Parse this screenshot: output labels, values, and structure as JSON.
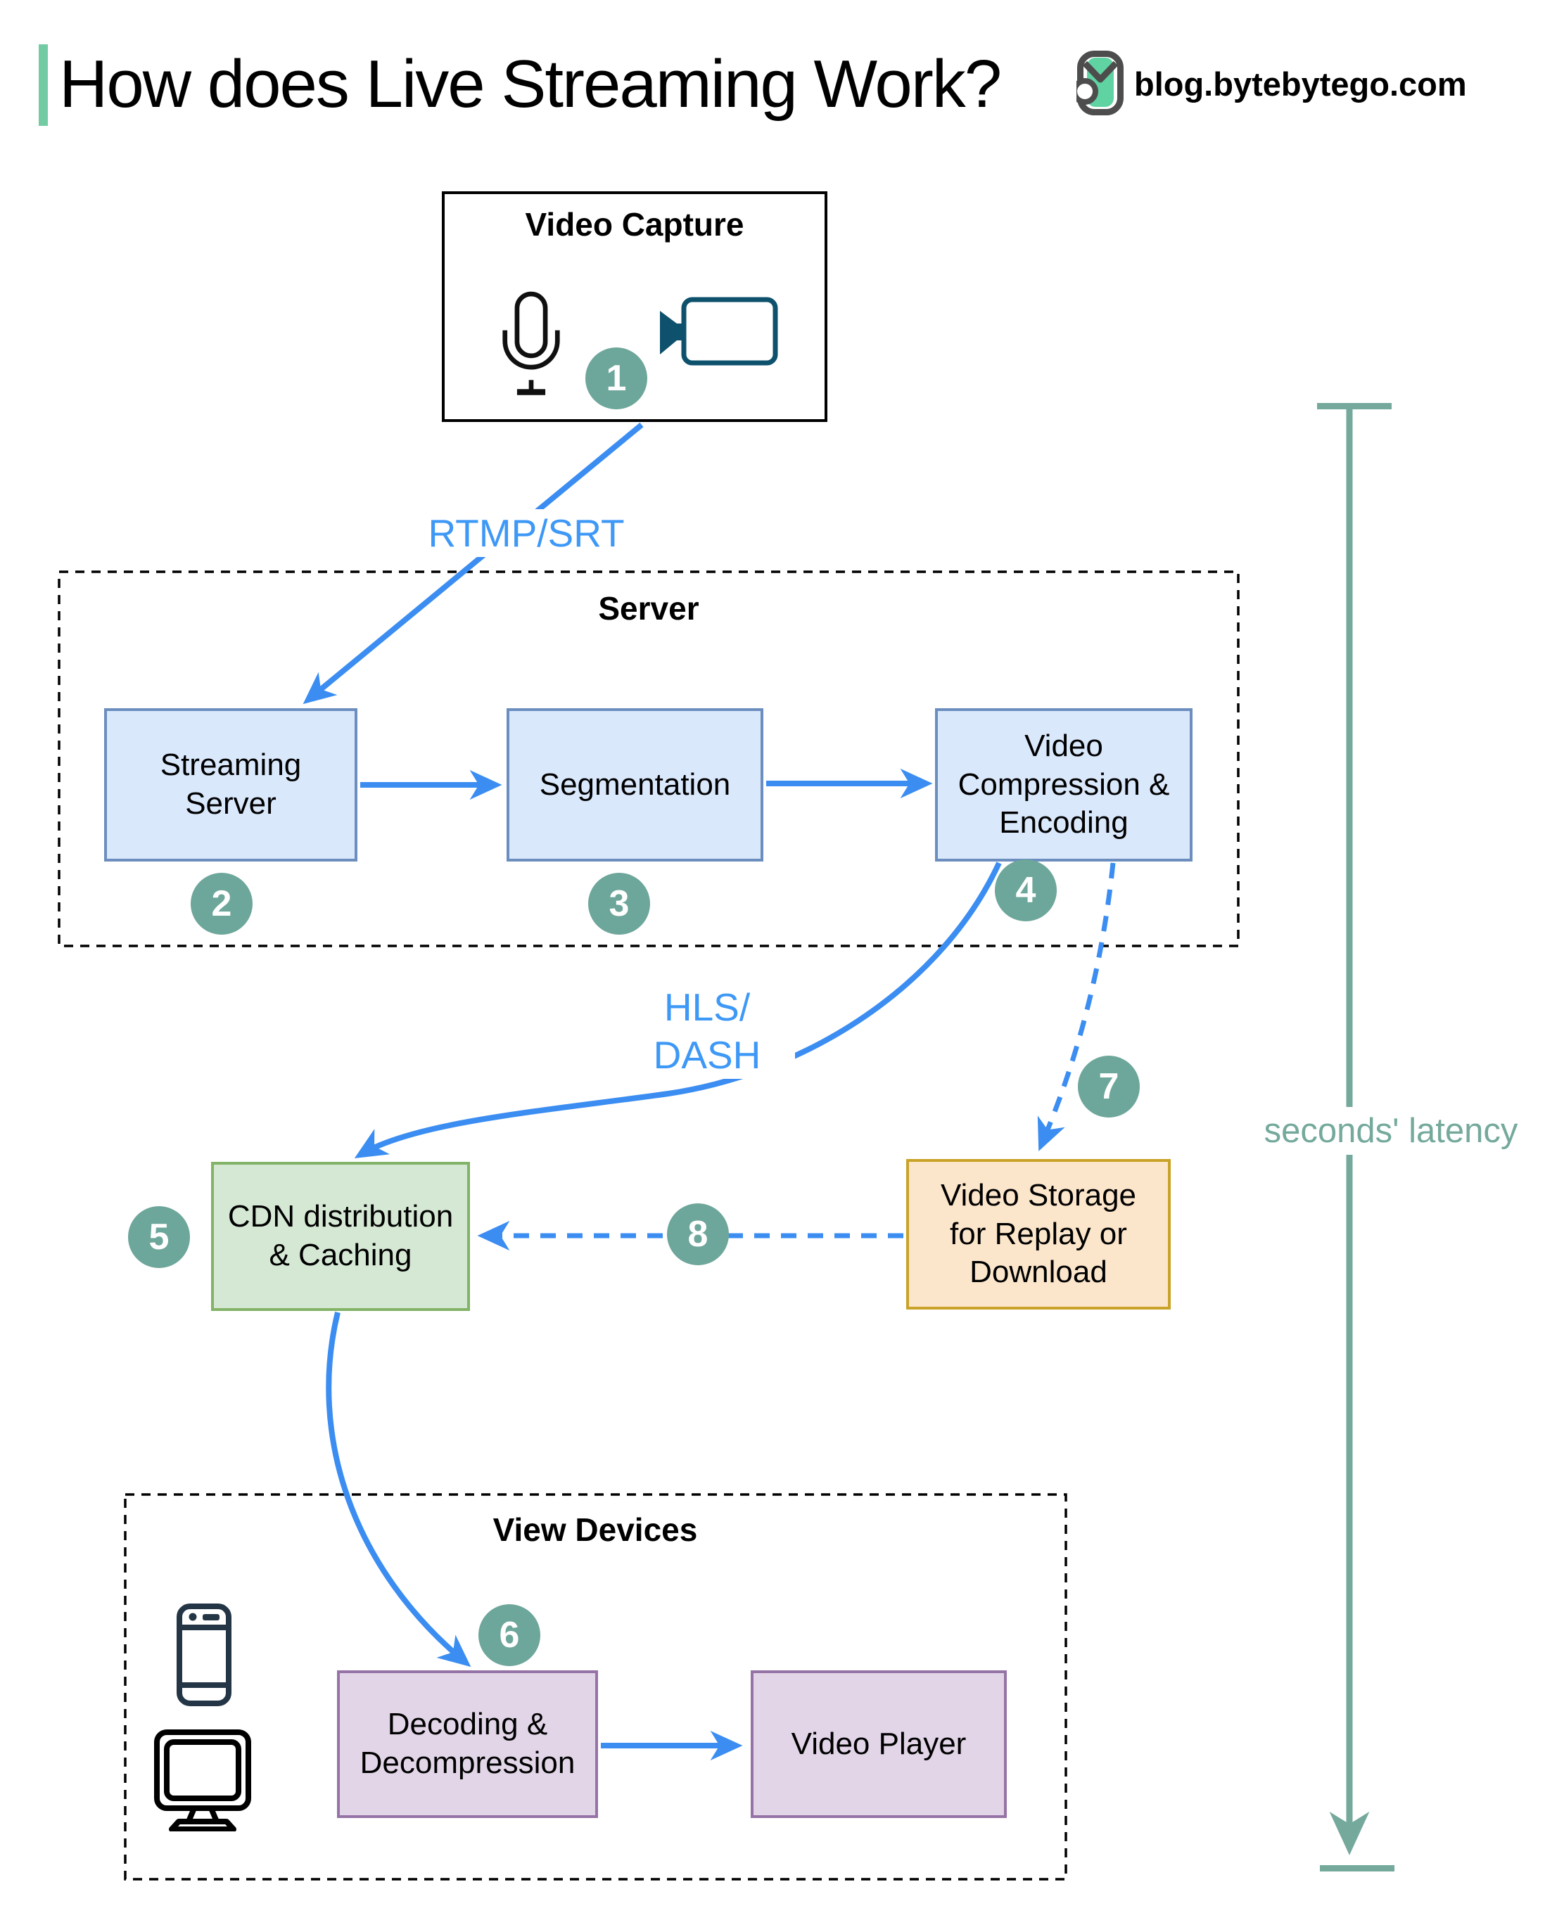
{
  "header": {
    "title": "How does Live Streaming Work?",
    "site": "blog.bytebytego.com"
  },
  "groups": {
    "server": "Server",
    "view_devices": "View Devices"
  },
  "nodes": {
    "video_capture": "Video Capture",
    "streaming_server": "Streaming\nServer",
    "segmentation": "Segmentation",
    "compression": "Video\nCompression &\nEncoding",
    "cdn": "CDN distribution\n& Caching",
    "storage": "Video Storage\nfor Replay or\nDownload",
    "decoding": "Decoding &\nDecompression",
    "player": "Video Player"
  },
  "edges": {
    "rtmp_label": "RTMP/SRT",
    "hls_label": "HLS/\nDASH",
    "latency_label": "seconds' latency"
  },
  "steps": {
    "s1": "1",
    "s2": "2",
    "s3": "3",
    "s4": "4",
    "s5": "5",
    "s6": "6",
    "s7": "7",
    "s8": "8"
  },
  "icons": {
    "logo": "bytebytego-logo",
    "microphone": "microphone-icon",
    "camera": "video-camera-icon",
    "phone": "smartphone-icon",
    "monitor": "desktop-monitor-icon"
  },
  "colors": {
    "accent_green": "#72cba2",
    "logo_mint": "#5fd3a2",
    "logo_gray": "#4d4d4d",
    "arrow_blue": "#3b8df2",
    "label_blue": "#3e98f6",
    "step_teal": "#6da69a",
    "latency_teal": "#74a99c",
    "box_blue_fill": "#dae8fc",
    "box_blue_stroke": "#6c8ebf",
    "box_green_fill": "#d5e8d4",
    "box_green_stroke": "#82b366",
    "box_orange_fill": "#fce6cb",
    "box_orange_stroke": "#c9a227",
    "box_purple_fill": "#e1d5e7",
    "box_purple_stroke": "#9673a6",
    "camera_teal": "#0d516c",
    "phone_navy": "#243646"
  }
}
